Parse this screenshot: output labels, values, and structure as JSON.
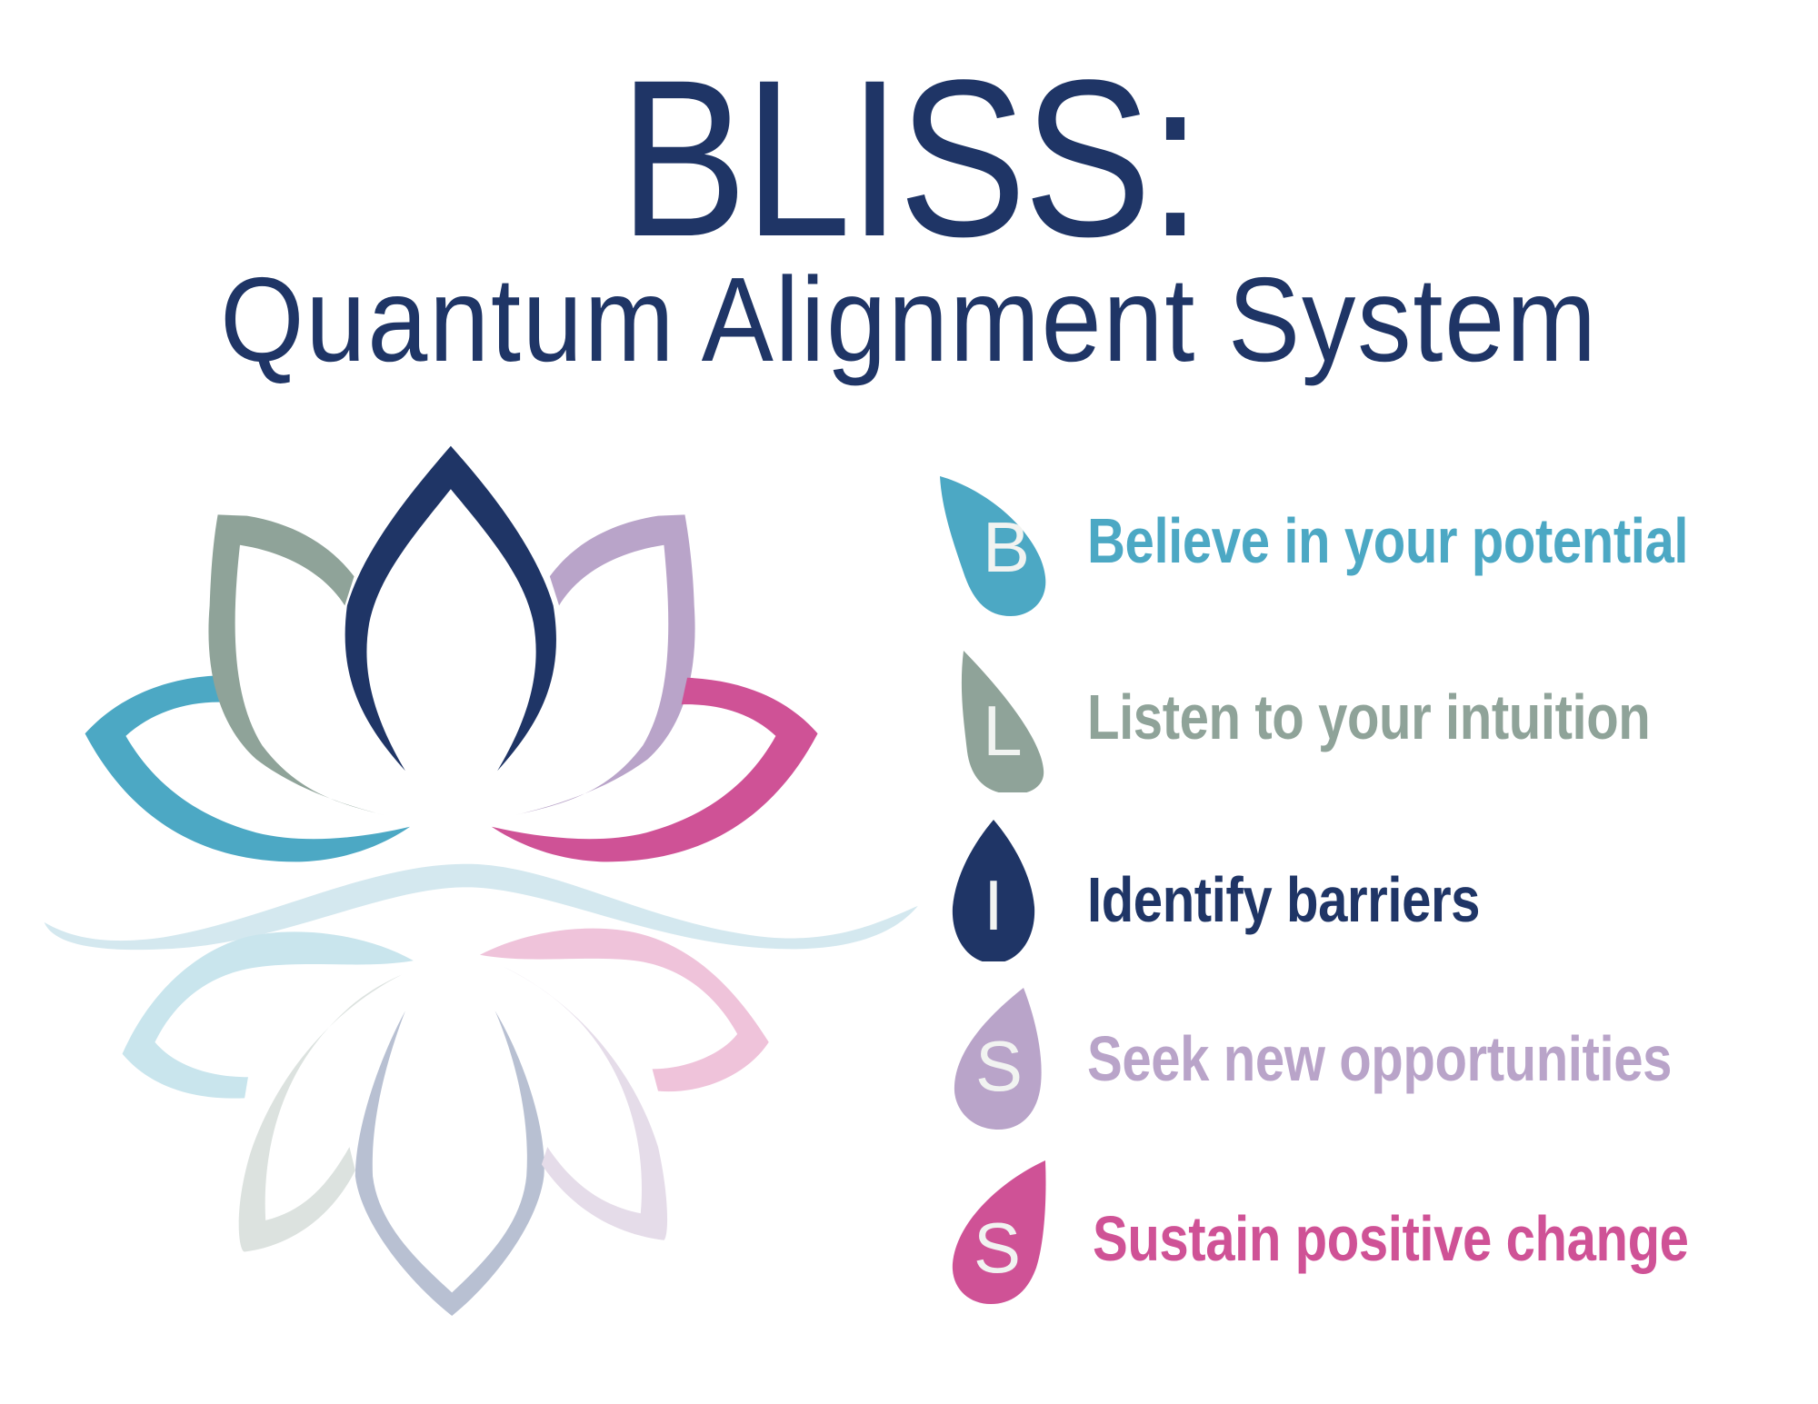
{
  "header": {
    "title": "BLISS:",
    "subtitle": "Quantum Alignment System"
  },
  "logo": {
    "name": "lotus-logo",
    "petal_colors": {
      "outer_left": "#4ca8c4",
      "mid_left": "#8fa399",
      "center": "#1f3566",
      "mid_right": "#b9a4c9",
      "outer_right": "#cf5296",
      "water": "#d4e8ef"
    }
  },
  "items": [
    {
      "letter": "B",
      "text": "Believe in your potential",
      "color": "#4ca8c4"
    },
    {
      "letter": "L",
      "text": "Listen to your intuition",
      "color": "#8fa399"
    },
    {
      "letter": "I",
      "text": "Identify barriers",
      "color": "#1f3566"
    },
    {
      "letter": "S",
      "text": "Seek new opportunities",
      "color": "#b9a4c9"
    },
    {
      "letter": "S",
      "text": "Sustain positive change",
      "color": "#cf5296"
    }
  ],
  "colors": {
    "title": "#1f3566",
    "drop_letter": "#f1f3f1",
    "background": "#ffffff"
  }
}
